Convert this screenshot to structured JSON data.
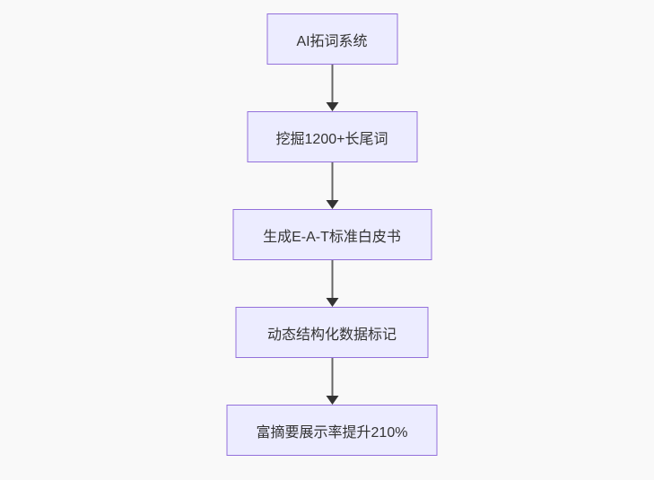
{
  "diagram": {
    "type": "flowchart",
    "direction": "top-down",
    "colors": {
      "node_fill": "#ECECFF",
      "node_border": "#9370DB",
      "text": "#333333",
      "edge_line": "#666666",
      "edge_arrowhead": "#333333",
      "page_background": "#f9f9f9"
    },
    "nodes": [
      {
        "id": "n1",
        "label": "AI拓词系统"
      },
      {
        "id": "n2",
        "label": "挖掘1200+长尾词"
      },
      {
        "id": "n3",
        "label": "生成E-A-T标准白皮书"
      },
      {
        "id": "n4",
        "label": "动态结构化数据标记"
      },
      {
        "id": "n5",
        "label": "富摘要展示率提升210%"
      }
    ],
    "edges": [
      {
        "from": "n1",
        "to": "n2"
      },
      {
        "from": "n2",
        "to": "n3"
      },
      {
        "from": "n3",
        "to": "n4"
      },
      {
        "from": "n4",
        "to": "n5"
      }
    ]
  }
}
